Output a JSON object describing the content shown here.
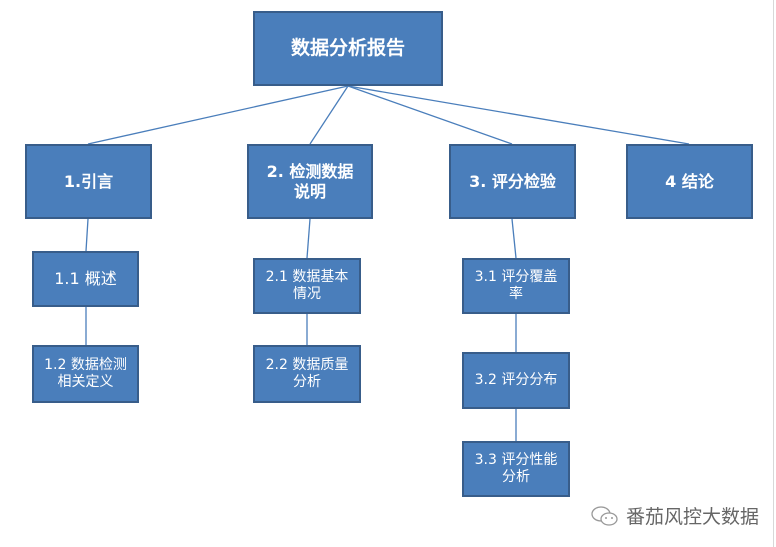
{
  "root": {
    "label": "数据分析报告"
  },
  "sections": [
    {
      "label": "1.引言",
      "children": [
        "1.1 概述",
        "1.2 数据检测相关定义"
      ]
    },
    {
      "label": "2. 检测数据说明",
      "children": [
        "2.1 数据基本情况",
        "2.2 数据质量分析"
      ]
    },
    {
      "label": "3. 评分检验",
      "children": [
        "3.1 评分覆盖率",
        "3.2 评分分布",
        "3.3 评分性能分析"
      ]
    },
    {
      "label": "4 结论",
      "children": []
    }
  ],
  "watermark": {
    "text": "番茄风控大数据"
  },
  "colors": {
    "box_fill": "#4a7ebb",
    "box_border": "#385d8a",
    "line": "#4a7ebb"
  }
}
